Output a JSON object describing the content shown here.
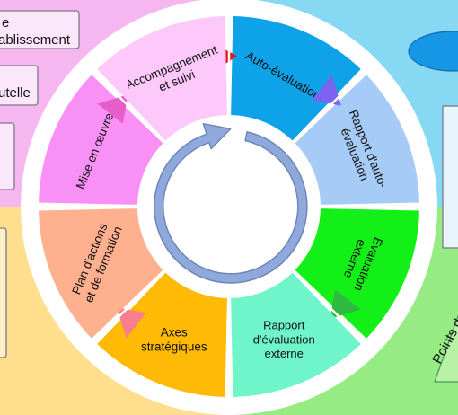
{
  "colors": {
    "bg_top_left": "#F6B6EF",
    "bg_top_right": "#86D8F3",
    "bg_bottom_left": "#FFDF8E",
    "bg_bottom_right": "#96EB82",
    "ring": "#FFFFFF",
    "cycle_arrow": "#8FA9DC",
    "cycle_arrow_stroke": "#6F86B6",
    "box_stroke": "#7A7A8A",
    "box_fill": "#FBE7FA"
  },
  "side_labels": {
    "top_left_box": "e\nablissement",
    "mid_left_box": "utelle",
    "bottom_right": "Points d"
  },
  "segments": [
    {
      "id": "auto-evaluation",
      "label": "Auto-évaluation",
      "color": "#0EA2E8",
      "marker": "#E8121A"
    },
    {
      "id": "rapport-auto-evaluation",
      "label": "Rapport d'auto-\névaluation",
      "color": "#A6CBF6",
      "marker": "#7B63F2"
    },
    {
      "id": "evaluation-externe",
      "label": "Évaluation\nexterne",
      "color": "#13F018",
      "marker": "#2FB842"
    },
    {
      "id": "rapport-evaluation-externe",
      "label": "Rapport\nd'évaluation\nexterne",
      "color": "#6FF5C9",
      "marker": ""
    },
    {
      "id": "axes-strategiques",
      "label": "Axes\nstratégiques",
      "color": "#FFBA06",
      "marker": "#F97E8D"
    },
    {
      "id": "plan-actions-formation",
      "label": "Plan d'actions\net de formation",
      "color": "#FFB08F",
      "marker": ""
    },
    {
      "id": "mise-en-oeuvre",
      "label": "Mise en œuvre",
      "color": "#F890F5",
      "marker": "#E85EC9"
    },
    {
      "id": "accompagnement-suivi",
      "label": "Accompagnement\net suivi",
      "color": "#FDC8FA",
      "marker": ""
    }
  ]
}
